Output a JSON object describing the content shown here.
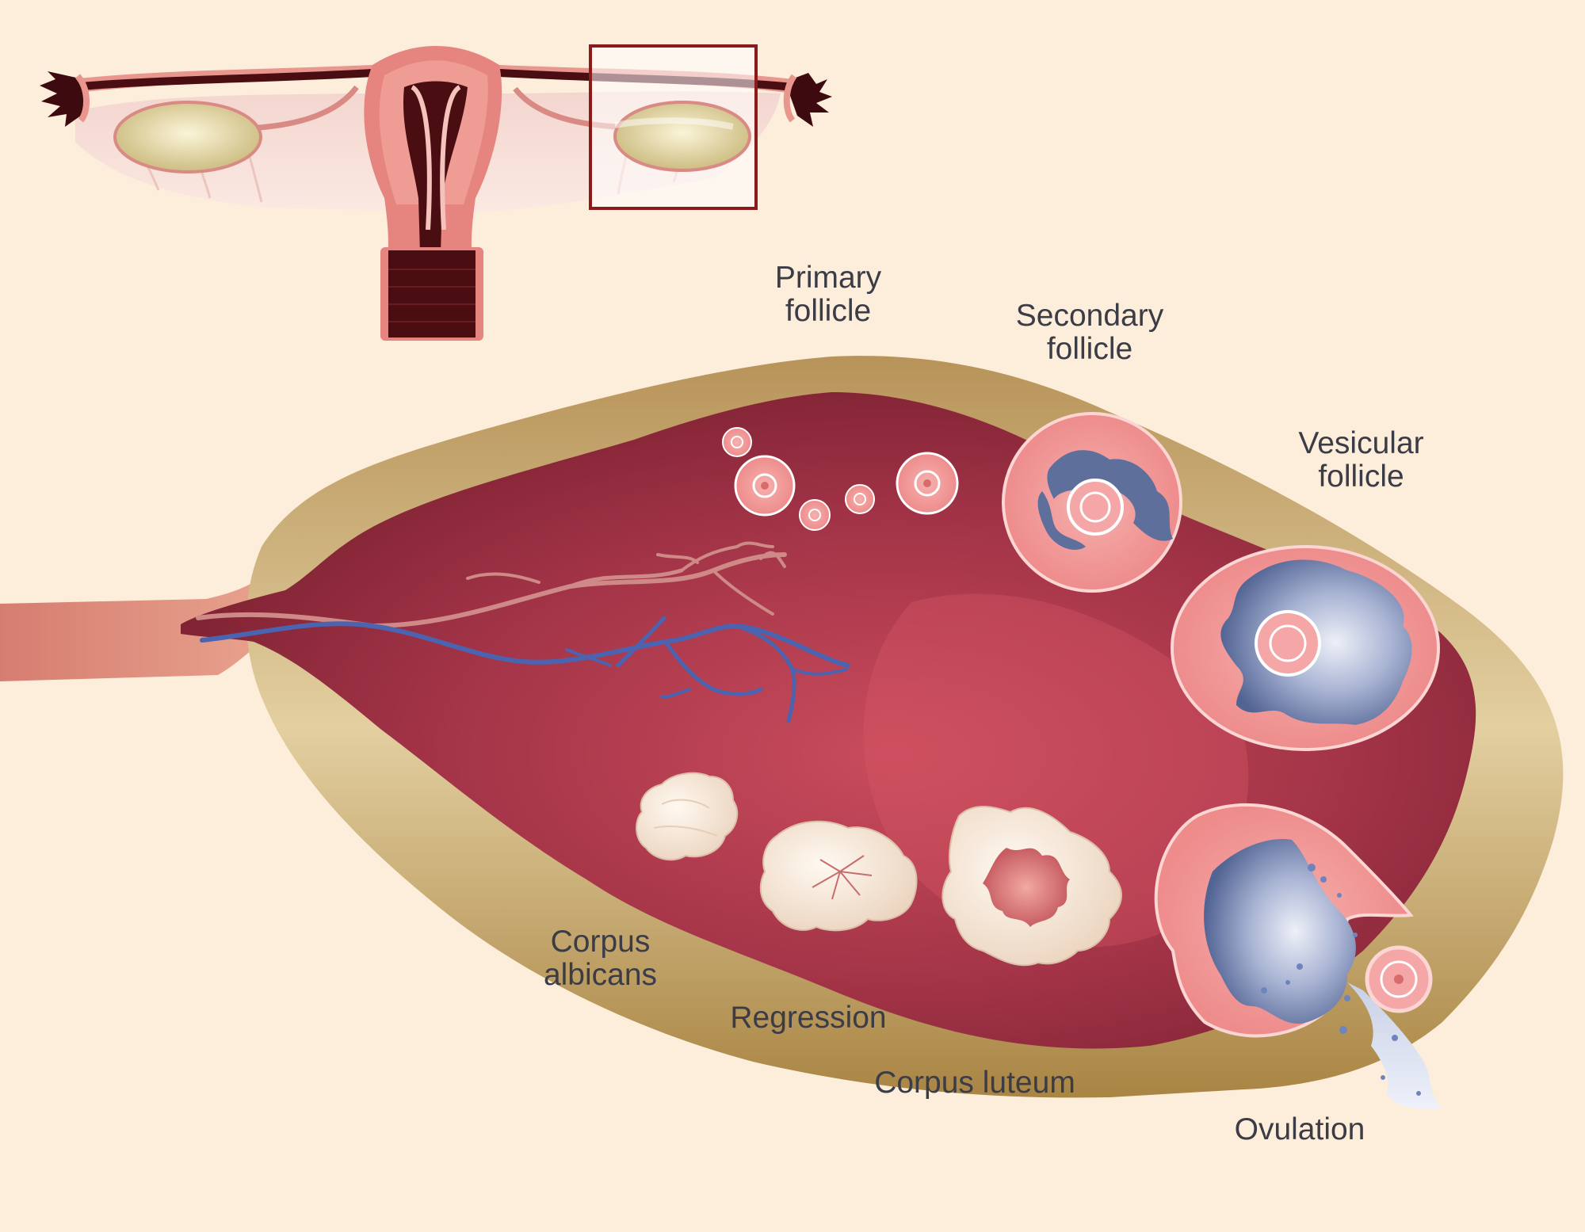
{
  "labels": {
    "primary_follicle": [
      "Primary",
      "follicle"
    ],
    "secondary_follicle": [
      "Secondary",
      "follicle"
    ],
    "vesicular_follicle": [
      "Vesicular",
      "follicle"
    ],
    "corpus_albicans": [
      "Corpus",
      "albicans"
    ],
    "regression": "Regression",
    "corpus_luteum": "Corpus luteum",
    "ovulation": "Ovulation"
  },
  "colors": {
    "background": "#fdeedb",
    "capsule": "#c8aa72",
    "stroma": "#a8394a",
    "follicle": "#f3a0a0",
    "antrum": "#5e6f9c",
    "corpus": "#f6e7d8",
    "vein": "#4c63b0",
    "artery": "#d08080",
    "highlight_box": "#8b1a1a",
    "uterus": "#e89a96",
    "uterus_dark": "#4a0d12",
    "ovary_small": "#e8deae"
  },
  "icons": {
    "uterus": "uterus-diagram-icon",
    "ovary": "ovary-cross-section-icon"
  }
}
